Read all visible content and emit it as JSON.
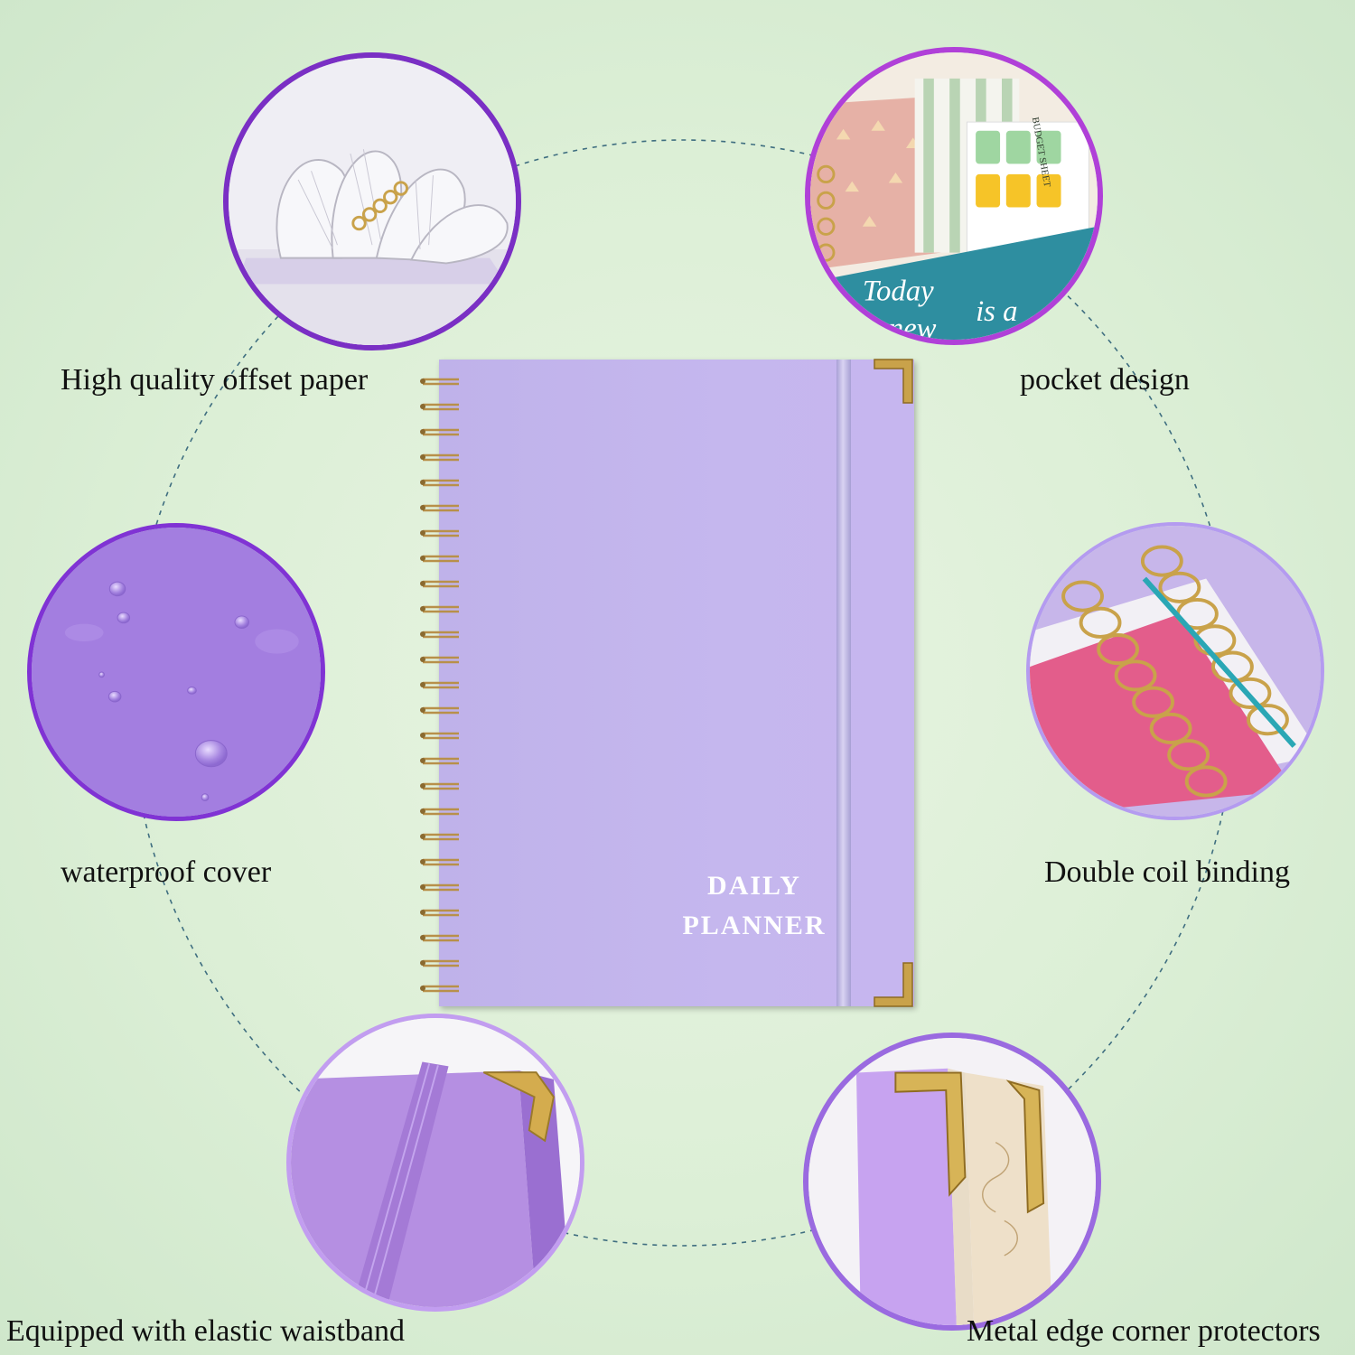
{
  "features": [
    {
      "id": "paper",
      "label": "High quality offset paper"
    },
    {
      "id": "pocket",
      "label": "pocket design"
    },
    {
      "id": "cover",
      "label": "waterproof cover"
    },
    {
      "id": "coil",
      "label": "Double coil binding"
    },
    {
      "id": "elastic",
      "label": "Equipped with elastic waistband"
    },
    {
      "id": "corners",
      "label": "Metal edge corner protectors"
    }
  ],
  "notebook": {
    "title_line1": "DAILY",
    "title_line2": "PLANNER",
    "cover_color": "#c5b7ee"
  },
  "pocket_photo_text": {
    "line1": "Today",
    "line2": "is a",
    "line3": "new",
    "sticker_text": "BUDGET SHEET"
  },
  "colors": {
    "background": "#dcefd6",
    "ring_purple": "#7a2fc4",
    "ring_light_purple": "#b49bf0",
    "gold": "#c9a24a"
  }
}
